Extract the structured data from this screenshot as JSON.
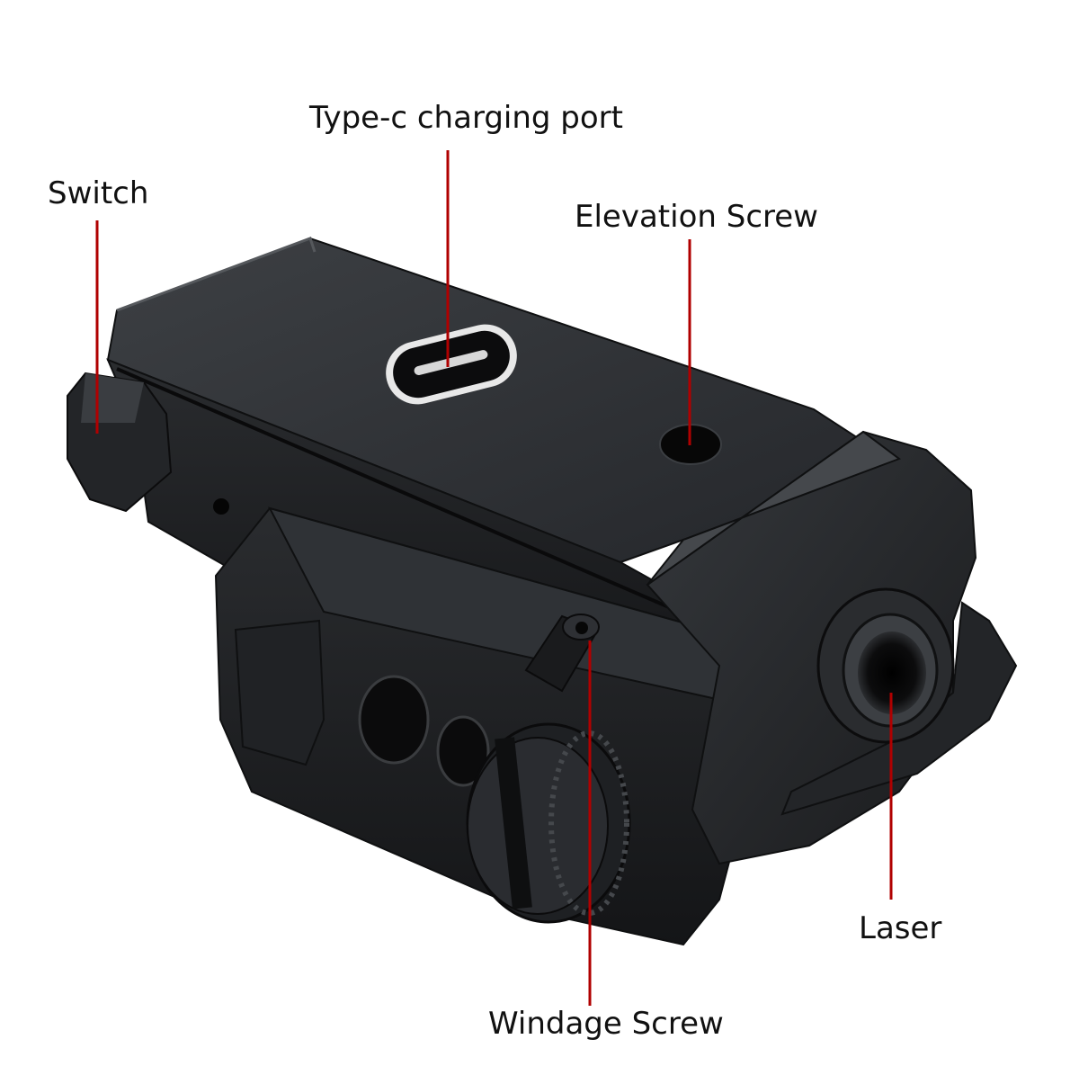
{
  "diagram": {
    "callouts": {
      "switch": "Switch",
      "charging_port": "Type-c charging port",
      "elevation_screw": "Elevation Screw",
      "laser": "Laser",
      "windage_screw": "Windage Screw"
    },
    "colors": {
      "background": "#ffffff",
      "leader_line": "#b00000",
      "body_dark": "#1b1c1e",
      "body_mid": "#2c2e31",
      "body_light": "#4a4d51",
      "port_outline": "#e8e8e8"
    }
  }
}
